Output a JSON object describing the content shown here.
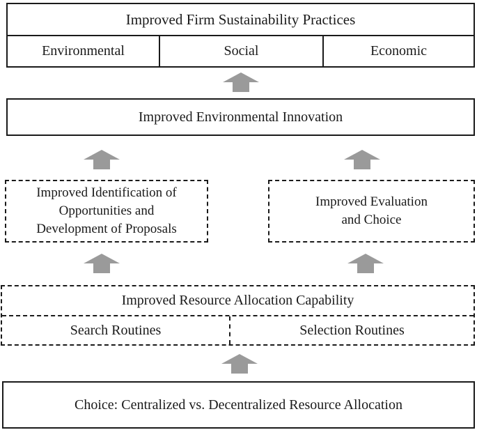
{
  "sustainability": {
    "title": "Improved Firm Sustainability Practices",
    "pillars": [
      "Environmental",
      "Social",
      "Economic"
    ]
  },
  "innovation": {
    "label": "Improved Environmental Innovation"
  },
  "identification": {
    "line1": "Improved Identification of",
    "line2": "Opportunities and",
    "line3": "Development of Proposals"
  },
  "evaluation": {
    "line1": "Improved Evaluation",
    "line2": "and Choice"
  },
  "capability": {
    "title": "Improved Resource Allocation Capability",
    "routines": [
      "Search Routines",
      "Selection Routines"
    ]
  },
  "choice": {
    "label": "Choice: Centralized vs. Decentralized Resource Allocation"
  },
  "colors": {
    "arrow": "#9a9a9a",
    "border": "#1a1a1a"
  }
}
